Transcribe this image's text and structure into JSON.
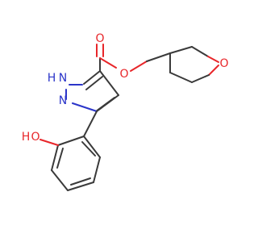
{
  "molecule": {
    "atoms": {
      "carbonyl_oxygen": "O",
      "ester_oxygen": "O",
      "ring_oxygen": "O",
      "pyrazole_nh": "N",
      "pyrazole_h": "H",
      "pyrazole_n": "N",
      "hydroxyl_oxygen": "O",
      "hydroxyl_h": "H"
    },
    "colors": {
      "bond": "#3a3a3a",
      "oxygen": "#e8262a",
      "nitrogen": "#2b35c9"
    }
  }
}
